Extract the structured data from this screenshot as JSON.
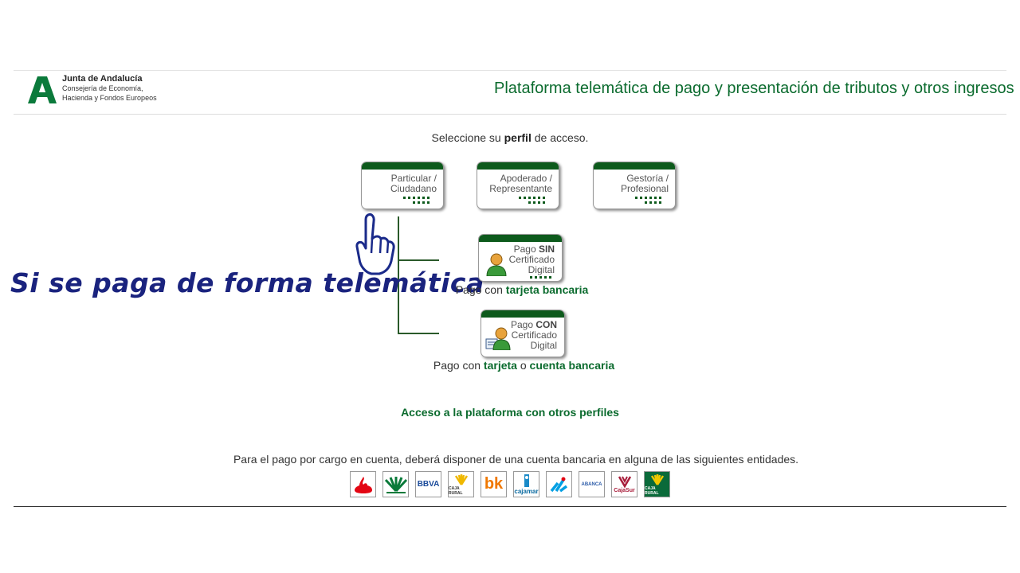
{
  "header": {
    "org_name": "Junta de Andalucía",
    "org_sub1": "Consejería de Economía,",
    "org_sub2": "Hacienda y Fondos Europeos",
    "platform_title": "Plataforma telemática de pago y presentación de tributos y otros ingresos",
    "brand_color": "#0b6b2e"
  },
  "select": {
    "prefix": "Seleccione su ",
    "bold": "perfil",
    "suffix": " de acceso."
  },
  "profiles": [
    {
      "line1": "Particular /",
      "line2": "Ciudadano"
    },
    {
      "line1": "Apoderado /",
      "line2": "Representante"
    },
    {
      "line1": "Gestoría /",
      "line2": "Profesional"
    }
  ],
  "payment_options": [
    {
      "line1_prefix": "Pago ",
      "line1_bold": "SIN",
      "line2": "Certificado",
      "line3": "Digital",
      "caption_prefix": "Pago con ",
      "caption_bold": "tarjeta bancaria"
    },
    {
      "line1_prefix": "Pago ",
      "line1_bold": "CON",
      "line2": "Certificado",
      "line3": "Digital",
      "caption_prefix": "Pago con ",
      "caption_bold1": "tarjeta",
      "caption_mid": " o ",
      "caption_bold2": "cuenta bancaria"
    }
  ],
  "annotation": {
    "text": "Si se paga de forma telemática",
    "color": "#1a237e",
    "icon": "pointing-hand-icon"
  },
  "other_profiles_link": "Acceso a la plataforma con otros perfiles",
  "banks_text": "Para el pago por cargo en cuenta, deberá disponer de una cuenta bancaria en alguna de las siguientes entidades.",
  "banks": [
    {
      "name": "santander-logo",
      "label": ""
    },
    {
      "name": "unicaja-logo",
      "label": ""
    },
    {
      "name": "bbva-logo",
      "label": "BBVA"
    },
    {
      "name": "caja-rural-logo",
      "label": "CAJA RURAL"
    },
    {
      "name": "bankinter-logo",
      "label": "bk"
    },
    {
      "name": "cajamar-logo",
      "label": "cajamar"
    },
    {
      "name": "caixabank-logo",
      "label": ""
    },
    {
      "name": "abanca-logo",
      "label": "ABANCA"
    },
    {
      "name": "cajasur-logo",
      "label": "CajaSur"
    },
    {
      "name": "caja-rural-green-logo",
      "label": "CAJA RURAL"
    }
  ]
}
